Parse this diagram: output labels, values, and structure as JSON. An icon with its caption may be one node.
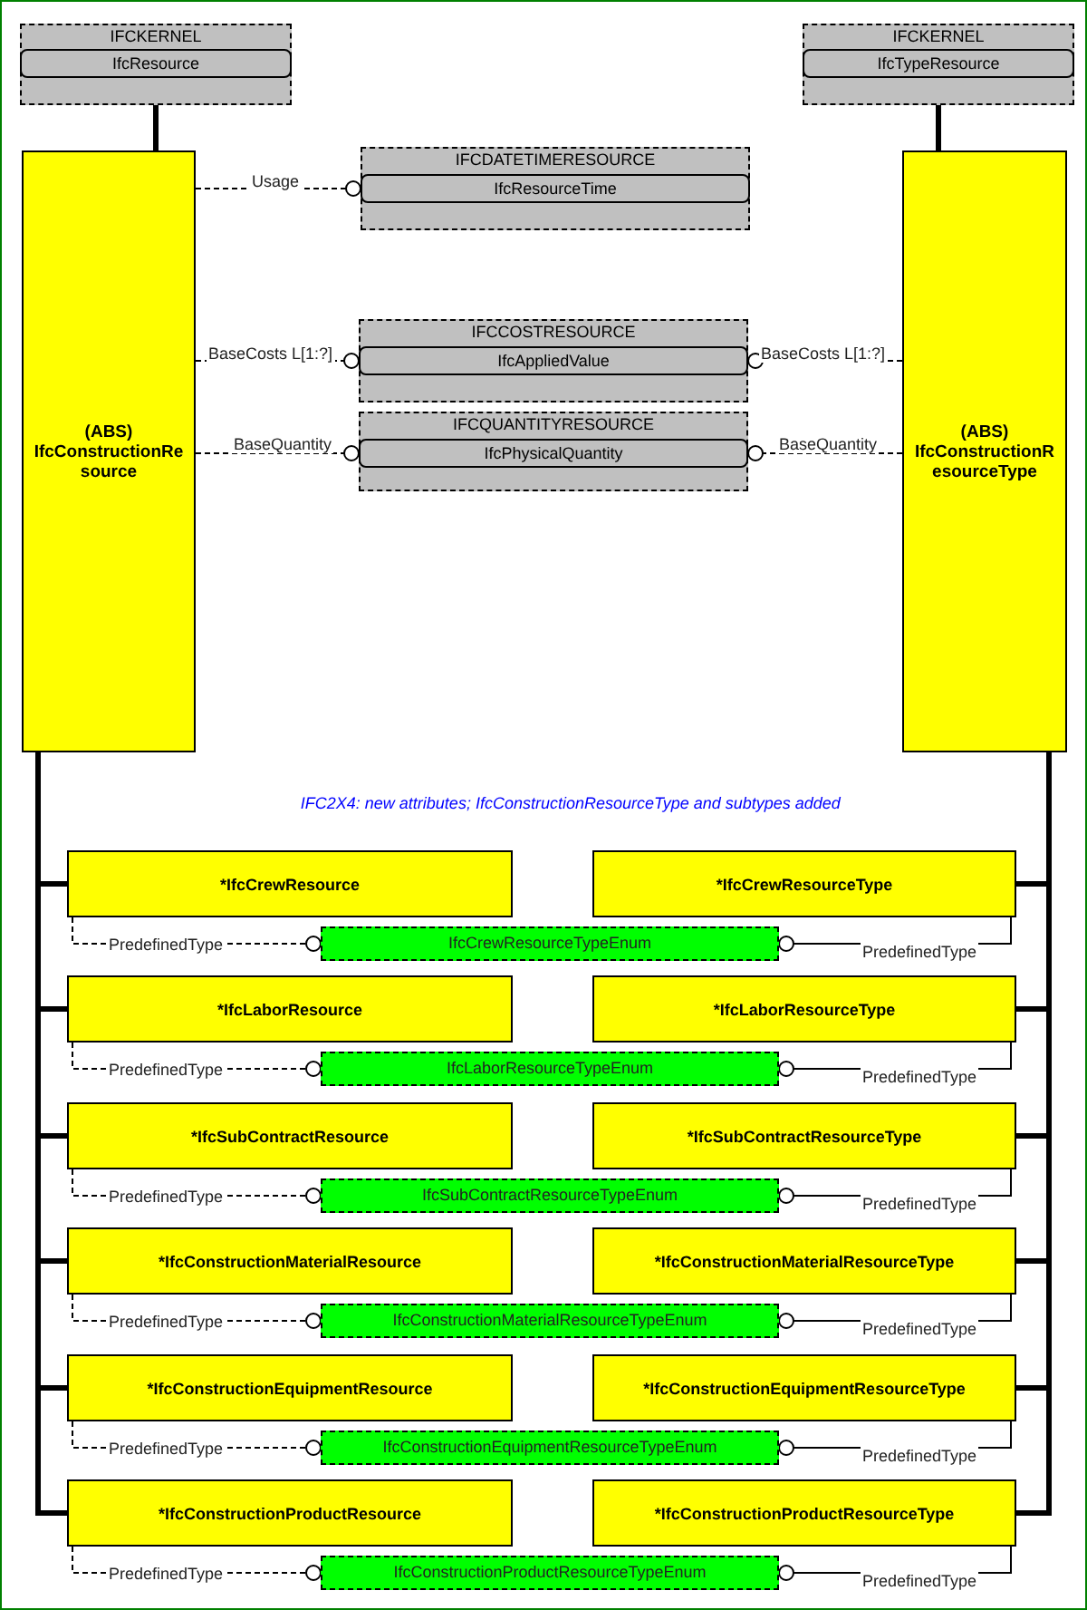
{
  "diagram": {
    "nodes": [
      {
        "text": [
          "IFCKERNEL"
        ]
      },
      {
        "text": [
          "IfcResource"
        ],
        "in": 0
      },
      {
        "text": [
          "IFCKERNEL"
        ]
      },
      {
        "text": [
          "IfcTypeResource"
        ],
        "in": 2
      },
      {
        "text": [
          "(ABS)",
          "IfcConstructionResource"
        ]
      },
      {
        "text": [
          "(ABS)",
          "IfcConstructionResourceType"
        ]
      },
      {
        "text": [
          "IFCDATETIMERESOURCE"
        ]
      },
      {
        "text": [
          "IfcResourceTime"
        ],
        "in": 6
      },
      {
        "text": [
          "IFCCOSTRESOURCE"
        ]
      },
      {
        "text": [
          "IfcAppliedValue"
        ],
        "in": 8
      },
      {
        "text": [
          "IFCQUANTITYRESOURCE"
        ]
      },
      {
        "text": [
          "IfcPhysicalQuantity"
        ],
        "in": 10
      },
      {
        "text": [
          "*IfcCrewResource"
        ]
      },
      {
        "text": [
          "*IfcCrewResourceType"
        ]
      },
      {
        "text": [
          "IfcCrewResourceTypeEnum"
        ]
      },
      {
        "text": [
          "*IfcLaborResource"
        ]
      },
      {
        "text": [
          "*IfcLaborResourceType"
        ]
      },
      {
        "text": [
          "IfcLaborResourceTypeEnum"
        ]
      },
      {
        "text": [
          "*IfcSubContractResource"
        ]
      },
      {
        "text": [
          "*IfcSubContractResourceType"
        ]
      },
      {
        "text": [
          "IfcSubContractResourceTypeEnum"
        ]
      },
      {
        "text": [
          "*IfcConstructionMaterialResource"
        ]
      },
      {
        "text": [
          "*IfcConstructionMaterialResourceType"
        ]
      },
      {
        "text": [
          "IfcConstructionMaterialResourceTypeEnum"
        ]
      },
      {
        "text": [
          "*IfcConstructionEquipmentResource"
        ]
      },
      {
        "text": [
          "*IfcConstructionEquipmentResourceType"
        ]
      },
      {
        "text": [
          "IfcConstructionEquipmentResourceTypeEnum"
        ]
      },
      {
        "text": [
          "*IfcConstructionProductResource"
        ]
      },
      {
        "text": [
          "*IfcConstructionProductResourceType"
        ]
      },
      {
        "text": [
          "IfcConstructionProductResourceTypeEnum"
        ]
      }
    ],
    "edges": [
      {
        "from": 1,
        "to": 4,
        "arrow": "none",
        "style": "thick"
      },
      {
        "from": 3,
        "to": 5,
        "arrow": "none",
        "style": "thick"
      },
      {
        "from": 4,
        "to": 7,
        "arrow": "other",
        "style": "dashed",
        "label": "Usage"
      },
      {
        "from": 4,
        "to": 9,
        "arrow": "other",
        "style": "dashed",
        "label": "BaseCosts L[1:?]"
      },
      {
        "from": 5,
        "to": 9,
        "arrow": "other",
        "style": "dashed",
        "label": "BaseCosts L[1:?]"
      },
      {
        "from": 4,
        "to": 11,
        "arrow": "other",
        "style": "dashed",
        "label": "BaseQuantity"
      },
      {
        "from": 5,
        "to": 11,
        "arrow": "other",
        "style": "dashed",
        "label": "BaseQuantity"
      },
      {
        "from": 4,
        "to": 12,
        "arrow": "none",
        "style": "thick"
      },
      {
        "from": 5,
        "to": 13,
        "arrow": "none",
        "style": "thick"
      },
      {
        "from": 12,
        "to": 14,
        "arrow": "other",
        "style": "dashed",
        "label": "PredefinedType"
      },
      {
        "from": 13,
        "to": 14,
        "arrow": "other",
        "label": "PredefinedType"
      },
      {
        "from": 4,
        "to": 15,
        "arrow": "none",
        "style": "thick"
      },
      {
        "from": 5,
        "to": 16,
        "arrow": "none",
        "style": "thick"
      },
      {
        "from": 15,
        "to": 17,
        "arrow": "other",
        "style": "dashed",
        "label": "PredefinedType"
      },
      {
        "from": 16,
        "to": 17,
        "arrow": "other",
        "label": "PredefinedType"
      },
      {
        "from": 4,
        "to": 18,
        "arrow": "none",
        "style": "thick"
      },
      {
        "from": 5,
        "to": 19,
        "arrow": "none",
        "style": "thick"
      },
      {
        "from": 18,
        "to": 20,
        "arrow": "other",
        "style": "dashed",
        "label": "PredefinedType"
      },
      {
        "from": 19,
        "to": 20,
        "arrow": "other",
        "label": "PredefinedType"
      },
      {
        "from": 4,
        "to": 21,
        "arrow": "none",
        "style": "thick"
      },
      {
        "from": 5,
        "to": 22,
        "arrow": "none",
        "style": "thick"
      },
      {
        "from": 21,
        "to": 23,
        "arrow": "other",
        "style": "dashed",
        "label": "PredefinedType"
      },
      {
        "from": 22,
        "to": 23,
        "arrow": "other",
        "label": "PredefinedType"
      },
      {
        "from": 4,
        "to": 24,
        "arrow": "none",
        "style": "thick"
      },
      {
        "from": 5,
        "to": 25,
        "arrow": "none",
        "style": "thick"
      },
      {
        "from": 24,
        "to": 26,
        "arrow": "other",
        "style": "dashed",
        "label": "PredefinedType"
      },
      {
        "from": 25,
        "to": 26,
        "arrow": "other",
        "label": "PredefinedType"
      },
      {
        "from": 4,
        "to": 27,
        "arrow": "none",
        "style": "thick"
      },
      {
        "from": 5,
        "to": 28,
        "arrow": "none",
        "style": "thick"
      },
      {
        "from": 27,
        "to": 29,
        "arrow": "other",
        "style": "dashed",
        "label": "PredefinedType"
      },
      {
        "from": 28,
        "to": 29,
        "arrow": "other",
        "label": "PredefinedType"
      }
    ],
    "labels": [
      "IFC2X4: new attributes; IfcConstructionResourceType and subtypes added"
    ]
  }
}
